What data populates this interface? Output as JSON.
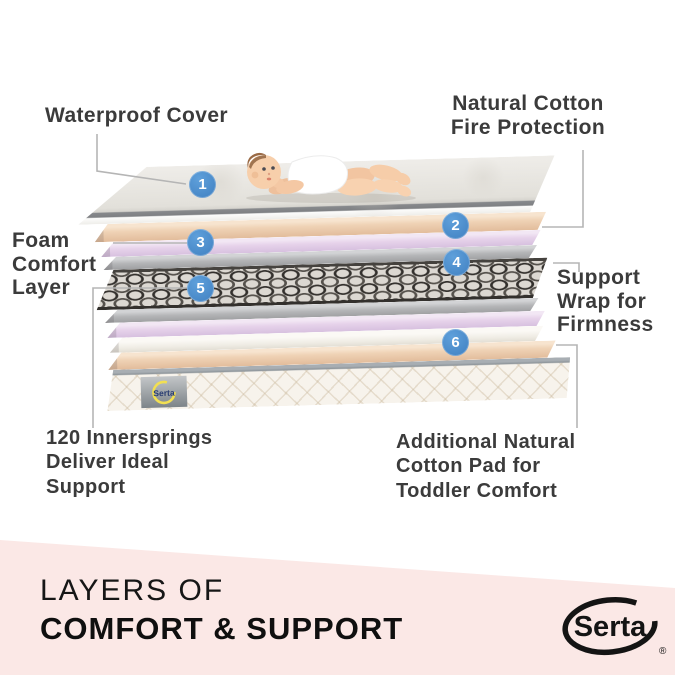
{
  "callouts": {
    "waterproof": {
      "badge": "1",
      "lines": [
        "Waterproof Cover"
      ]
    },
    "fire": {
      "badge": "2",
      "lines": [
        "Natural Cotton",
        "Fire Protection"
      ]
    },
    "foam": {
      "badge": "3",
      "lines": [
        "Foam",
        "Comfort",
        "Layer"
      ]
    },
    "wrap": {
      "badge": "4",
      "lines": [
        "Support",
        "Wrap for",
        "Firmness"
      ]
    },
    "springs": {
      "badge": "5",
      "lines": [
        "120 Innersprings",
        "Deliver Ideal",
        "Support"
      ]
    },
    "pad": {
      "badge": "6",
      "lines": [
        "Additional Natural",
        "Cotton Pad for",
        "Toddler Comfort"
      ]
    }
  },
  "brand": {
    "logo_text": "Serta",
    "tag_text": "Serta",
    "registered_mark": "®"
  },
  "footer": {
    "line1": "LAYERS OF",
    "line2": "COMFORT & SUPPORT"
  },
  "colors": {
    "badge_blue": "#4a8ccb",
    "pink_band": "#fbe8e6",
    "peach_layer": "#efd2b5",
    "lavender_layer": "#e6d2ea",
    "gray_layer": "#b4b5b7",
    "ivory_layer": "#efece4",
    "coil_dark": "#33302d",
    "label_text": "#3b3b3b"
  }
}
